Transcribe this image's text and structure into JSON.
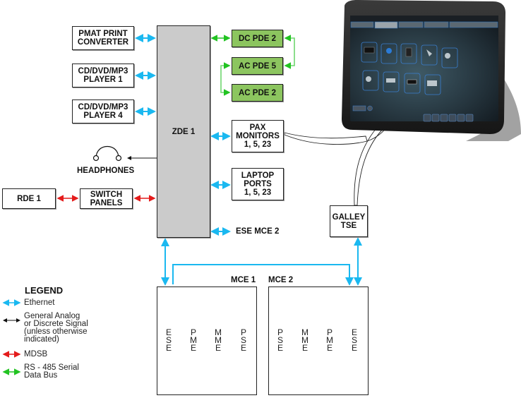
{
  "colors": {
    "ethernet": "#1ab8f0",
    "analog": "#111111",
    "mdsb": "#e41b1b",
    "rs485": "#22c322",
    "pde_fill": "#8cc55f",
    "zde_fill": "#cbcbcb"
  },
  "nodes": {
    "pmat": "PMAT PRINT\nCONVERTER",
    "cd1": "CD/DVD/MP3\nPLAYER 1",
    "cd4": "CD/DVD/MP3\nPLAYER 4",
    "zde": "ZDE 1",
    "dc_pde2": "DC PDE 2",
    "ac_pde5": "AC PDE 5",
    "ac_pde2": "AC PDE 2",
    "pax": "PAX\nMONITORS\n1, 5, 23",
    "laptop": "LAPTOP\nPORTS\n1, 5, 23",
    "headphones": "HEADPHONES",
    "rde": "RDE 1",
    "switch": "SWITCH\nPANELS",
    "ese_mce2": "ESE MCE 2",
    "galley": "GALLEY\nTSE",
    "mce1": "MCE 1",
    "mce2": "MCE 2"
  },
  "mce1_slots": [
    "E\nS\nE",
    "P\nM\nE",
    "M\nM\nE",
    "P\nS\nE"
  ],
  "mce2_slots": [
    "P\nS\nE",
    "M\nM\nE",
    "P\nM\nE",
    "E\nS\nE"
  ],
  "legend": {
    "title": "LEGEND",
    "items": [
      {
        "label": "Ethernet",
        "color_key": "ethernet"
      },
      {
        "label": "General Analog\nor Discrete Signal\n(unless otherwise\nindicated)",
        "color_key": "analog"
      },
      {
        "label": "MDSB",
        "color_key": "mdsb"
      },
      {
        "label": "RS - 485 Serial\nData Bus",
        "color_key": "rs485"
      }
    ]
  },
  "device": {
    "name": "touchscreen-display",
    "tabs": 5,
    "app_icons": 9,
    "toolbar_icons": 6
  }
}
